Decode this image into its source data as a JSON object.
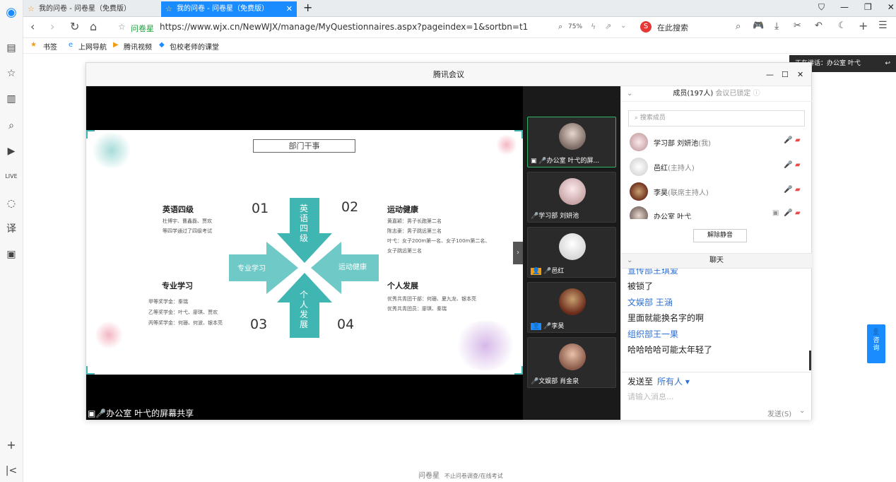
{
  "browser": {
    "tabs": [
      {
        "label": "我的问卷 - 问卷星（免费版）",
        "active": false
      },
      {
        "label": "我的问卷 - 问卷星（免费版）",
        "active": true
      }
    ],
    "new_tab": "+",
    "site_label": "问卷星",
    "url": "https://www.wjx.cn/NewWJX/manage/MyQuestionnaires.aspx?pageindex=1&sortbn=t1",
    "zoom": "75%",
    "search_placeholder": "在此搜索",
    "bookmarks": [
      "书签",
      "上网导航",
      "腾讯视频",
      "包校老师的课堂"
    ]
  },
  "speaking_notice": "正在讲话：办公室 叶弋",
  "meeting": {
    "title": "腾讯会议",
    "share_label": "办公室 叶弋的屏幕共享",
    "slide": {
      "heading": "部门干事",
      "num_01": "01",
      "num_02": "02",
      "num_03": "03",
      "num_04": "04",
      "arrow_top": "英语四级",
      "arrow_left": "专业学习",
      "arrow_right": "运动健康",
      "arrow_bottom": "个人发展",
      "q1_title": "英语四级",
      "q1_lines": [
        "杜博宇、曹鑫磊、贾欢",
        "等四学通过了四级考试"
      ],
      "q2_title": "运动健康",
      "q2_lines": [
        "黄嘉颖：男子长跑第二名",
        "陈志豪：男子跳远第三名",
        "叶弋：女子200m第一名、女子100m第二名、",
        "女子跳远第三名"
      ],
      "q3_title": "专业学习",
      "q3_lines": [
        "甲等奖学金：秦瑞",
        "乙等奖学金：叶弋、廖琪、贾欢",
        "丙等奖学金：何珊、何波、银本亮"
      ],
      "q4_title": "个人发展",
      "q4_lines": [
        "优秀共青团干部：何珊、夏九龙、银本亮",
        "优秀共青团员：廖琪、秦瑞"
      ]
    },
    "thumbnails": [
      {
        "name": "办公室 叶弋的屏..."
      },
      {
        "name": "学习部 刘妍池"
      },
      {
        "name": "邑红"
      },
      {
        "name": "李昊"
      },
      {
        "name": "文娱部 肖金泉"
      }
    ],
    "members": {
      "header": "成员(197人)",
      "locked": "会议已锁定",
      "search_placeholder": "搜索成员",
      "list": [
        {
          "name": "学习部 刘妍池",
          "tag": "(我)"
        },
        {
          "name": "邑红",
          "tag": "(主持人)"
        },
        {
          "name": "李昊",
          "tag": "(联席主持人)"
        },
        {
          "name": "办公室 叶弋",
          "tag": ""
        }
      ],
      "unmute_all": "解除静音"
    },
    "chat": {
      "header": "聊天",
      "messages": [
        {
          "sender": "宣传部王琪爱",
          "text": "被锁了"
        },
        {
          "sender": "文娱部 王涵",
          "text": "里面就能换名字的啊"
        },
        {
          "sender": "组织部王一果",
          "text": "哈哈哈哈可能太年轻了"
        }
      ],
      "send_to_label": "发送至",
      "send_to_target": "所有人",
      "input_placeholder": "请输入消息...",
      "send_button": "发送(S)"
    }
  },
  "footer": {
    "brand": "问卷星",
    "slogan": "不止问卷调查/在线考试"
  },
  "consult_label": "咨询",
  "colors": {
    "teal": "#3fb6b2",
    "teal_dark": "#2a9e9a",
    "link": "#2b6fd6",
    "url_green": "#1a9e3a"
  }
}
